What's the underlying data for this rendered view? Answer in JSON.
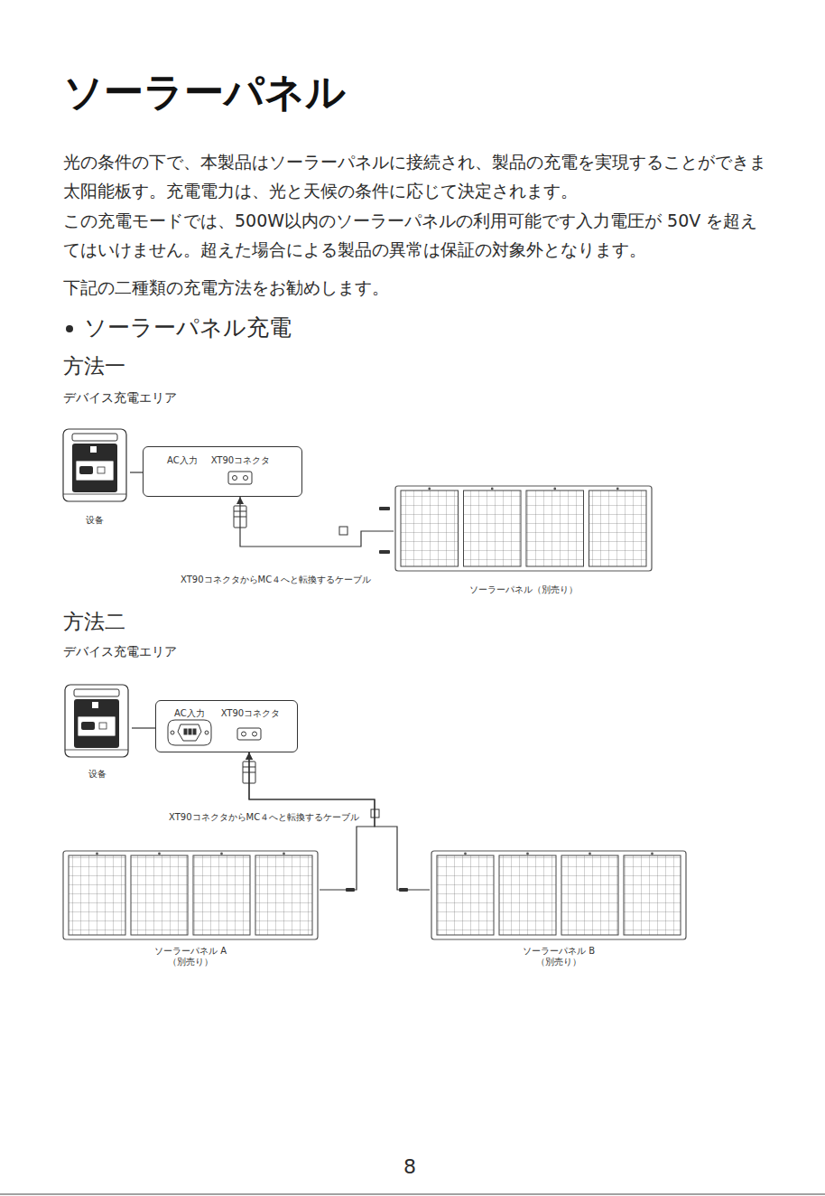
{
  "diagram": {
    "title": "ソーラーパネル",
    "nodes": [
      {
        "text": [
          "设备"
        ]
      },
      {
        "text": [
          "AC入力",
          "XT90コネクタ"
        ]
      },
      {
        "text": [
          "ソーラーパネル（別売り）"
        ]
      },
      {
        "text": [
          "设备"
        ]
      },
      {
        "text": [
          "AC入力",
          "XT90コネクタ"
        ]
      },
      {
        "text": [
          "ソーラーパネル A （別売り）"
        ]
      },
      {
        "text": [
          "ソーラーパネル B （別売り）"
        ]
      }
    ],
    "edges": [
      {
        "from": 0,
        "to": 1,
        "arrow": "none"
      },
      {
        "from": 2,
        "to": 1,
        "label": "XT90コネクタからMC４へと転換するケーブル",
        "arrow": "to"
      },
      {
        "from": 3,
        "to": 4,
        "arrow": "none"
      },
      {
        "from": 5,
        "to": 4,
        "label": "XT90コネクタからMC４へと転換するケーブル",
        "arrow": "to"
      },
      {
        "from": 6,
        "to": 4,
        "arrow": "to"
      }
    ],
    "labels": [
      "光の条件の下で、本製品はソーラーパネルに接続され、製品の充電を実現することができま 太阳能板す。充電電力は、光と天候の条件に応じて決定されます。",
      "この充電モードでは、500W以内のソーラーパネルの利用可能です入力電圧が 50V を超え てはいけません。超えた場合による製品の異常は保証の対象外となります。",
      "下記の二種類の充電方法をお勧めします。",
      "ソーラーパネル充電",
      "方法一",
      "デバイス充電エリア",
      "方法二",
      "デバイス充電エリア",
      "8"
    ]
  }
}
